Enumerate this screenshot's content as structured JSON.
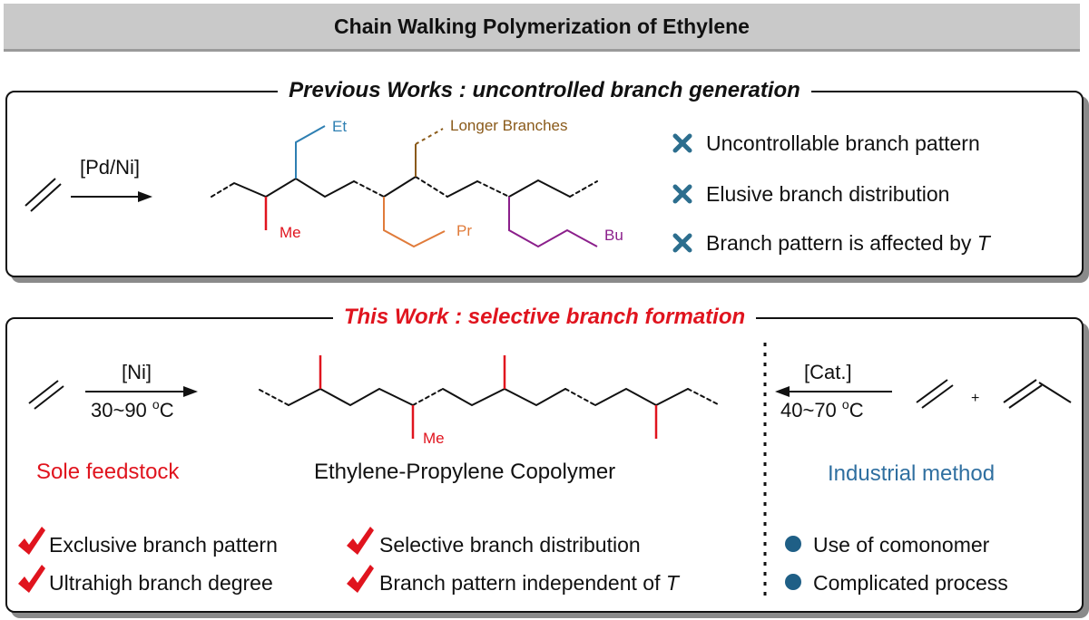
{
  "title": "Chain Walking Polymerization of Ethylene",
  "previous": {
    "title": "Previous Works : uncontrolled branch generation",
    "catalyst": "[Pd/Ni]",
    "branches": {
      "et": "Et",
      "longer": "Longer Branches",
      "me": "Me",
      "pr": "Pr",
      "bu": "Bu"
    },
    "issues": [
      {
        "text": "Uncontrollable branch pattern"
      },
      {
        "text": "Elusive branch distribution"
      },
      {
        "text": "Branch pattern is affected by ",
        "symbol": "T"
      }
    ]
  },
  "this_work": {
    "title": "This Work : selective branch formation",
    "catalyst": "[Ni]",
    "conditions": "30~90 ",
    "branch_label": "Me",
    "copolymer_label": "Ethylene-Propylene Copolymer",
    "sole_label": "Sole feedstock",
    "industrial_catalyst": "[Cat.]",
    "industrial_conditions": "40~70 ",
    "degree_unit": "C",
    "degree_sup": "o",
    "plus": "+",
    "industrial_label": "Industrial method",
    "advantages": [
      "Exclusive branch pattern",
      "Selective branch distribution",
      "Ultrahigh branch degree",
      "Branch pattern independent of "
    ],
    "symbol": "T",
    "drawbacks": [
      "Use of comonomer",
      "Complicated process"
    ]
  },
  "colors": {
    "highlight_red": "#e0141e",
    "et_blue": "#2e7fb2",
    "longer_brown": "#8a5a1a",
    "pr_orange": "#e07b3a",
    "bu_purple": "#8b1f8b",
    "industrial_blue": "#2f6fa0",
    "cross_blue": "#2c6e8e",
    "bullet_blue": "#1f5f86"
  },
  "icons": [
    "cross-icon",
    "checkmark-icon",
    "bullet-dot-icon",
    "reaction-arrow-icon"
  ]
}
